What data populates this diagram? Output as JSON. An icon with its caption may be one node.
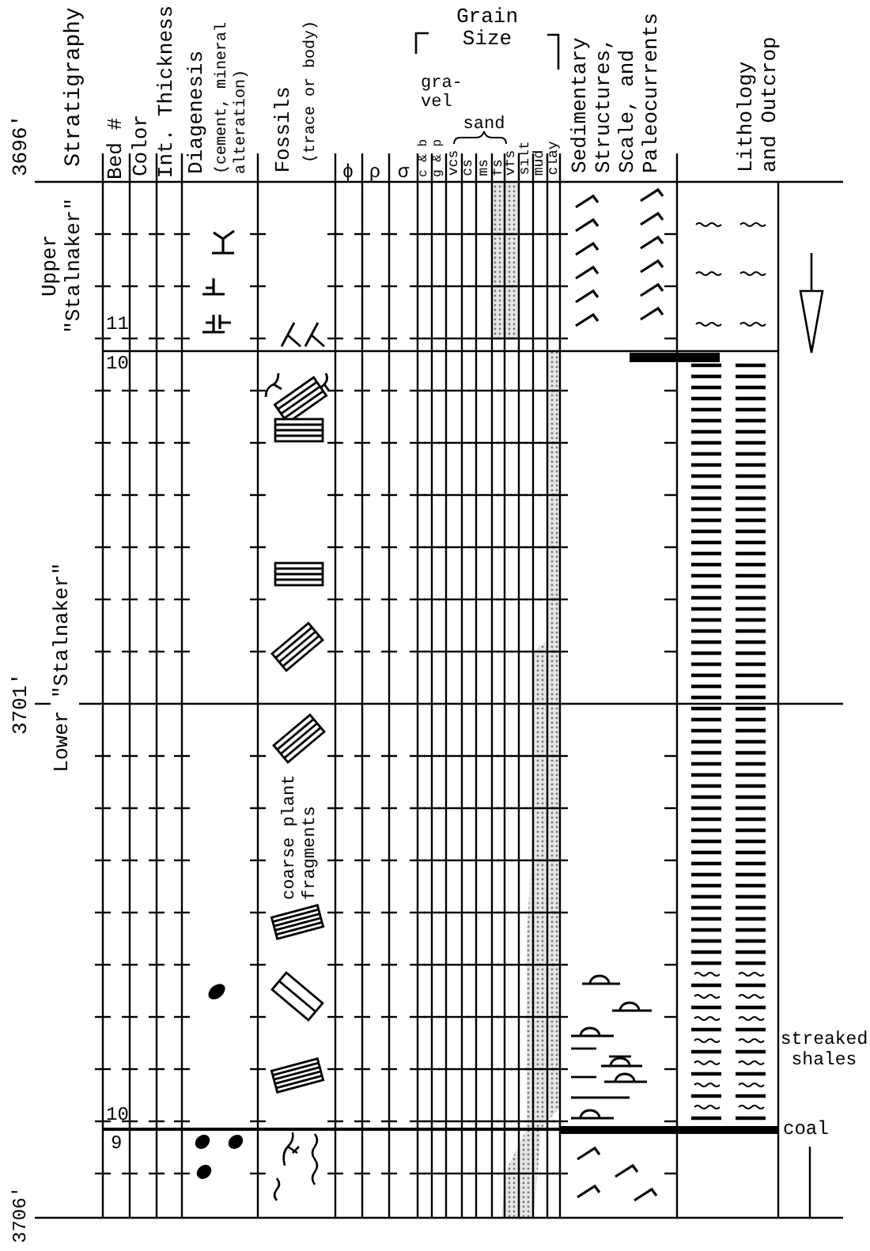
{
  "diagram": {
    "labels": [
      "Stratigraphy",
      "Bed #",
      "Color",
      "Int. Thickness",
      "Diagenesis",
      "(cement, mineral alteration)",
      "Fossils",
      "(trace or body)",
      "ϕ",
      "ρ",
      "σ",
      "Grain Size",
      "gra- vel",
      "c & b",
      "g & p",
      "sand",
      "vcs",
      "cs",
      "ms",
      "fs",
      "vfs",
      "silt",
      "mud",
      "clay",
      "Sedimentary Structures, Scale, and Paleocurrents",
      "Lithology and Outcrop",
      "3696'",
      "Upper \"Stalnaker\"",
      "11",
      "10",
      "3701'",
      "Lower \"Stalnaker\"",
      "coarse plant fragments",
      "streaked shales",
      "10",
      "coal",
      "9",
      "3706'"
    ]
  }
}
